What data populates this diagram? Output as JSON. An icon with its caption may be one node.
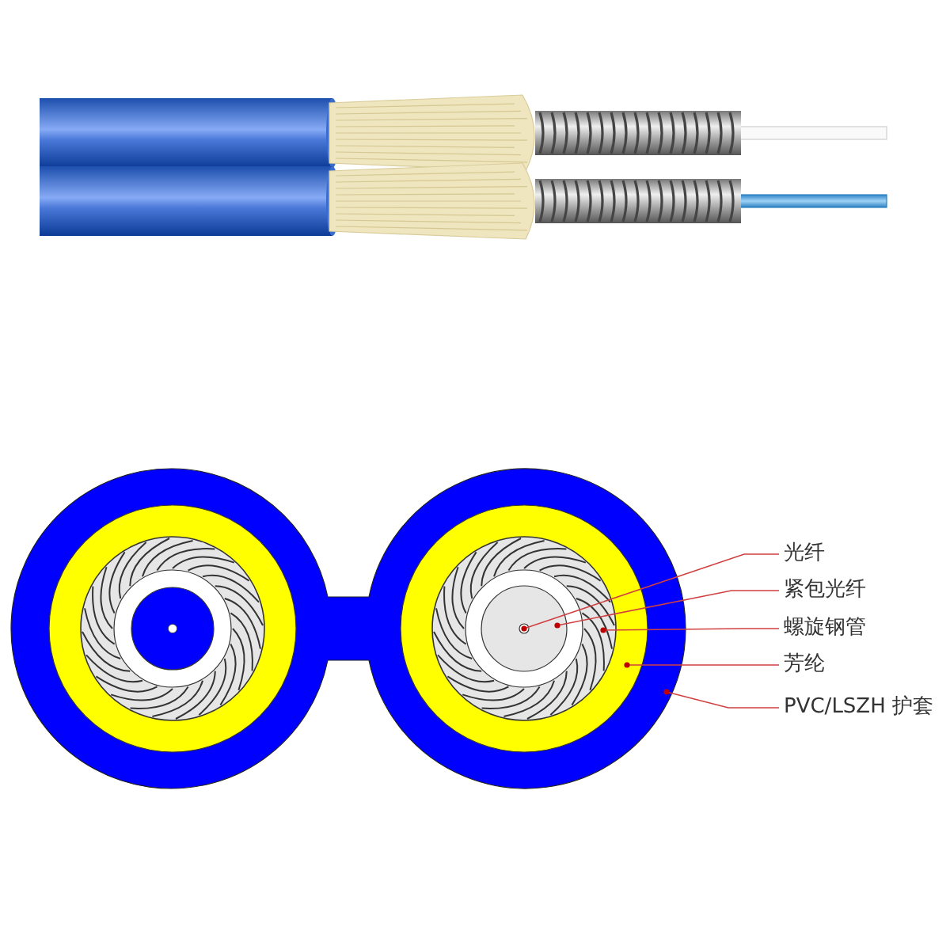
{
  "diagram": {
    "nodes": [
      {
        "text": [
          "光纤"
        ]
      },
      {
        "text": [
          "紧包光纤"
        ]
      },
      {
        "text": [
          "螺旋钢管"
        ]
      },
      {
        "text": [
          "芳纶"
        ]
      },
      {
        "text": [
          "PVC/LSZH 护套"
        ]
      },
      {
        "text": [],
        "shape": "circle",
        "in": 6
      },
      {
        "text": [],
        "shape": "circle",
        "in": 7
      },
      {
        "text": [],
        "shape": "circle",
        "in": 8
      },
      {
        "text": [],
        "shape": "circle",
        "in": 9
      },
      {
        "text": [],
        "shape": "circle"
      }
    ],
    "edges": [
      {
        "from": 0,
        "to": 5,
        "arrow": "other"
      },
      {
        "from": 1,
        "to": 6,
        "arrow": "other"
      },
      {
        "from": 2,
        "to": 7,
        "arrow": "other"
      },
      {
        "from": 3,
        "to": 8,
        "arrow": "other"
      },
      {
        "from": 4,
        "to": 9,
        "arrow": "other"
      }
    ]
  }
}
